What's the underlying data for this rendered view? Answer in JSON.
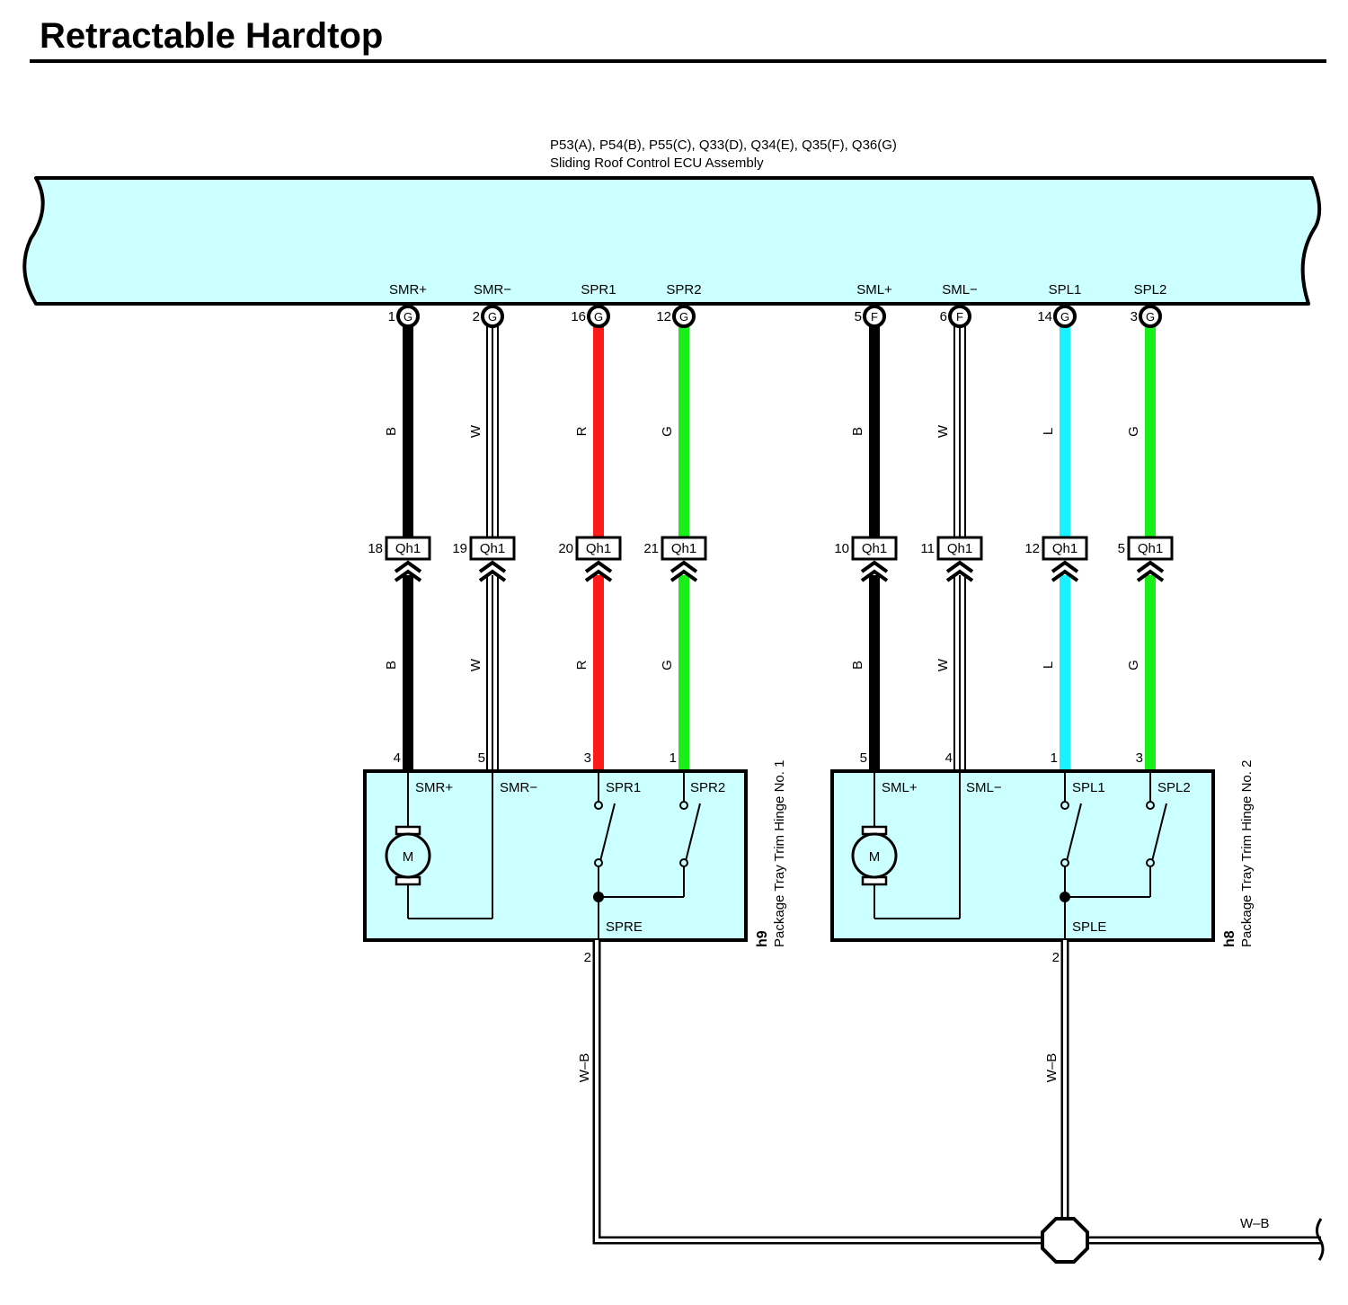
{
  "title": "Retractable Hardtop",
  "colors": {
    "ecu_fill": "#ccffff",
    "black": "#000000",
    "white": "#ffffff",
    "red": "#ff1a1a",
    "green": "#1aee1a",
    "blue": "#1af0ff"
  },
  "ecu": {
    "connectors": "P53(A), P54(B), P55(C), Q33(D), Q34(E), Q35(F), Q36(G)",
    "name": "Sliding Roof Control ECU Assembly"
  },
  "wires": [
    {
      "id": "smr-plus",
      "terminal": "SMR+",
      "ecu_pin": "1",
      "ecu_conn": "G",
      "color_code": "B",
      "color": "#000000",
      "junction_pin": "18",
      "junction": "Qh1",
      "hinge_pin": "4",
      "hinge_label": "SMR+"
    },
    {
      "id": "smr-minus",
      "terminal": "SMR−",
      "ecu_pin": "2",
      "ecu_conn": "G",
      "color_code": "W",
      "color": "#ffffff",
      "junction_pin": "19",
      "junction": "Qh1",
      "hinge_pin": "5",
      "hinge_label": "SMR−"
    },
    {
      "id": "spr1",
      "terminal": "SPR1",
      "ecu_pin": "16",
      "ecu_conn": "G",
      "color_code": "R",
      "color": "#ff1a1a",
      "junction_pin": "20",
      "junction": "Qh1",
      "hinge_pin": "3",
      "hinge_label": "SPR1"
    },
    {
      "id": "spr2",
      "terminal": "SPR2",
      "ecu_pin": "12",
      "ecu_conn": "G",
      "color_code": "G",
      "color": "#1aee1a",
      "junction_pin": "21",
      "junction": "Qh1",
      "hinge_pin": "1",
      "hinge_label": "SPR2"
    },
    {
      "id": "sml-plus",
      "terminal": "SML+",
      "ecu_pin": "5",
      "ecu_conn": "F",
      "color_code": "B",
      "color": "#000000",
      "junction_pin": "10",
      "junction": "Qh1",
      "hinge_pin": "5",
      "hinge_label": "SML+"
    },
    {
      "id": "sml-minus",
      "terminal": "SML−",
      "ecu_pin": "6",
      "ecu_conn": "F",
      "color_code": "W",
      "color": "#ffffff",
      "junction_pin": "11",
      "junction": "Qh1",
      "hinge_pin": "4",
      "hinge_label": "SML−"
    },
    {
      "id": "spl1",
      "terminal": "SPL1",
      "ecu_pin": "14",
      "ecu_conn": "G",
      "color_code": "L",
      "color": "#1af0ff",
      "junction_pin": "12",
      "junction": "Qh1",
      "hinge_pin": "1",
      "hinge_label": "SPL1"
    },
    {
      "id": "spl2",
      "terminal": "SPL2",
      "ecu_pin": "3",
      "ecu_conn": "G",
      "color_code": "G",
      "color": "#1aee1a",
      "junction_pin": "5",
      "junction": "Qh1",
      "hinge_pin": "3",
      "hinge_label": "SPL2"
    }
  ],
  "hinges": [
    {
      "id": "hinge-1",
      "code": "h9",
      "name": "Package Tray Trim Hinge No. 1",
      "motor": "M",
      "common": "SPRE",
      "ground_pin": "2",
      "ground_color_code": "W–B"
    },
    {
      "id": "hinge-2",
      "code": "h8",
      "name": "Package Tray Trim Hinge No. 2",
      "motor": "M",
      "common": "SPLE",
      "ground_pin": "2",
      "ground_color_code": "W–B"
    }
  ],
  "ground": {
    "color_code": "W–B"
  }
}
